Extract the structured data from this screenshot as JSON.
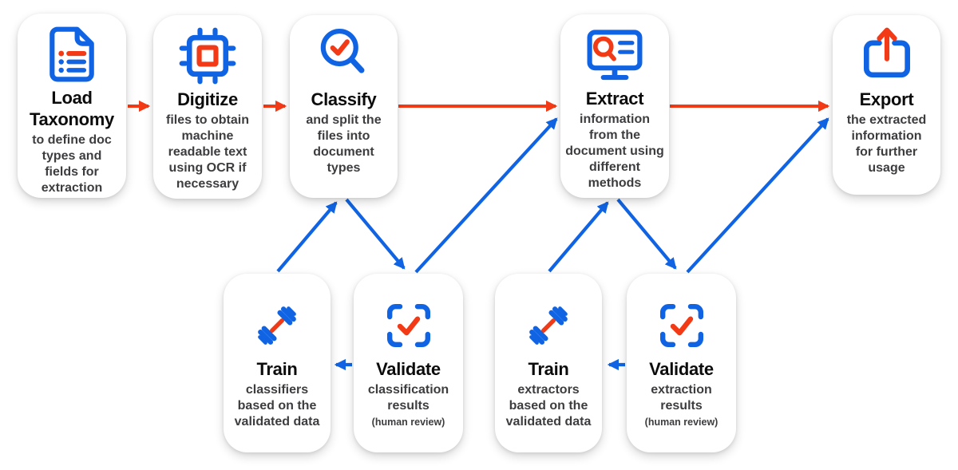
{
  "diagram": {
    "palette": {
      "blue": "#1064e3",
      "red": "#f23b16",
      "title_color": "#0c0c0d",
      "body_color": "#3d3d40",
      "card_bg": "#ffffff"
    },
    "cards": [
      {
        "id": "load-taxonomy",
        "icon": "document-list-icon",
        "title": "Load Taxonomy",
        "body": "to define doc types and fields for extraction"
      },
      {
        "id": "digitize",
        "icon": "chip-icon",
        "title": "Digitize",
        "body": "files to obtain machine readable text using OCR if necessary"
      },
      {
        "id": "classify",
        "icon": "magnifier-check-icon",
        "title": "Classify",
        "body": "and split the files into document types"
      },
      {
        "id": "extract",
        "icon": "monitor-search-icon",
        "title": "Extract",
        "body": "information from the document using different methods"
      },
      {
        "id": "export",
        "icon": "upload-box-icon",
        "title": "Export",
        "body": "the extracted information for further usage"
      },
      {
        "id": "train-classifiers",
        "icon": "dumbbell-icon",
        "title": "Train",
        "body": "classifiers based on the validated data"
      },
      {
        "id": "validate-classification",
        "icon": "scan-check-icon",
        "title": "Validate",
        "body": "classification results",
        "note": "(human review)"
      },
      {
        "id": "train-extractors",
        "icon": "dumbbell-icon",
        "title": "Train",
        "body": "extractors based on the validated data"
      },
      {
        "id": "validate-extraction",
        "icon": "scan-check-icon",
        "title": "Validate",
        "body": "extraction results",
        "note": "(human review)"
      }
    ],
    "connections": [
      {
        "from": "Load Taxonomy",
        "to": "Digitize",
        "color": "red"
      },
      {
        "from": "Digitize",
        "to": "Classify",
        "color": "red"
      },
      {
        "from": "Classify",
        "to": "Extract",
        "color": "red"
      },
      {
        "from": "Extract",
        "to": "Export",
        "color": "red"
      },
      {
        "from": "Train (classifiers)",
        "to": "Classify",
        "color": "blue"
      },
      {
        "from": "Classify",
        "to": "Validate (classification)",
        "color": "blue"
      },
      {
        "from": "Validate (classification)",
        "to": "Extract",
        "color": "blue"
      },
      {
        "from": "Validate (classification)",
        "to": "Train (classifiers)",
        "color": "blue"
      },
      {
        "from": "Train (extractors)",
        "to": "Extract",
        "color": "blue"
      },
      {
        "from": "Extract",
        "to": "Validate (extraction)",
        "color": "blue"
      },
      {
        "from": "Validate (extraction)",
        "to": "Export",
        "color": "blue"
      },
      {
        "from": "Validate (extraction)",
        "to": "Train (extractors)",
        "color": "blue"
      }
    ]
  }
}
